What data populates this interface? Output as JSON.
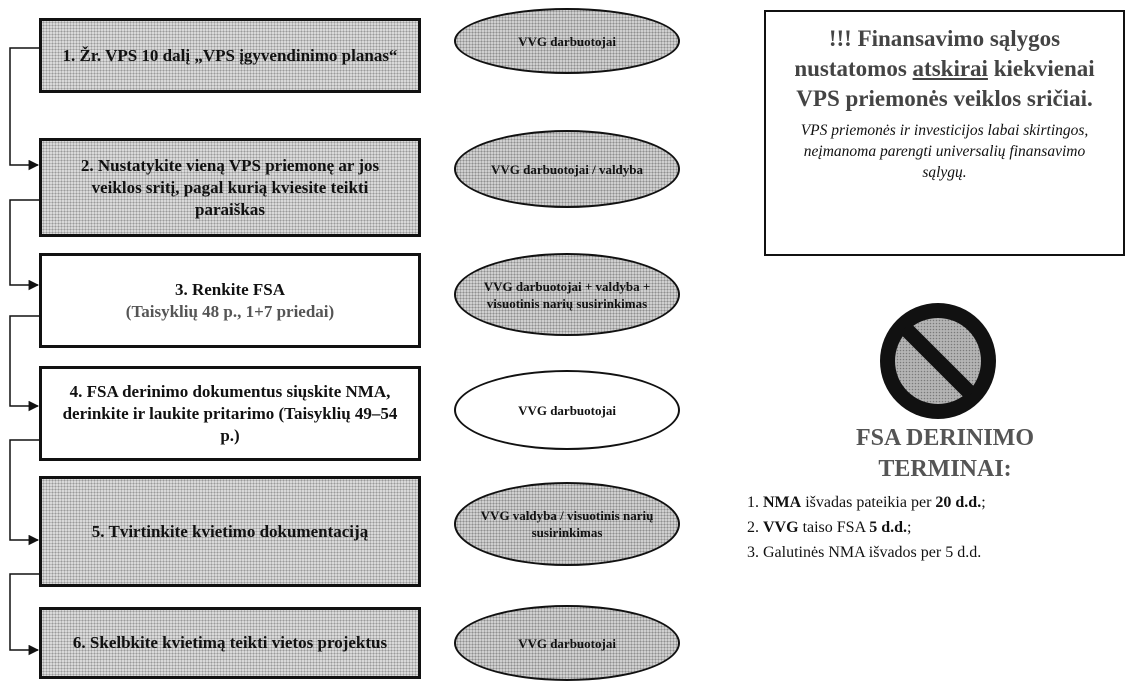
{
  "steps": [
    {
      "text": "1. Žr. VPS 10 dalį „VPS įgyvendinimo planas“",
      "shaded": true
    },
    {
      "text": "2. Nustatykite vieną VPS priemonę ar jos veiklos sritį, pagal kurią kviesite teikti paraiškas",
      "shaded": true
    },
    {
      "line1": "3. Renkite FSA",
      "line2": "(Taisyklių 48 p., 1+7 priedai)",
      "shaded": false
    },
    {
      "text": "4. FSA derinimo dokumentus siųskite NMA, derinkite ir laukite pritarimo (Taisyklių 49–54 p.)",
      "shaded": false
    },
    {
      "text": "5. Tvirtinkite kvietimo dokumentaciją",
      "shaded": true
    },
    {
      "text": "6. Skelbkite kvietimą teikti vietos projektus",
      "shaded": true
    }
  ],
  "actors": [
    {
      "text": "VVG darbuotojai",
      "shaded": true
    },
    {
      "text": "VVG darbuotojai / valdyba",
      "shaded": true
    },
    {
      "text": "VVG darbuotojai + valdyba + visuotinis narių susirinkimas",
      "shaded": true
    },
    {
      "text": "VVG darbuotojai",
      "shaded": false
    },
    {
      "text": "VVG valdyba / visuotinis narių susirinkimas",
      "shaded": true
    },
    {
      "text": "VVG darbuotojai",
      "shaded": true
    }
  ],
  "note": {
    "title_before": "!!! Finansavimo sąlygos nustatomos ",
    "title_underlined": "atskirai",
    "title_after": " kiekvienai VPS priemonės veiklos sričiai.",
    "italic": "VPS priemonės ir investicijos labai skirtingos, neįmanoma parengti universalių finansavimo sąlygų."
  },
  "icons": {
    "prohibition": "no-entry-sign-icon"
  },
  "deadlines": {
    "title": "FSA DERINIMO TERMINAI:",
    "items": [
      {
        "prefix": "1. ",
        "bold1": "NMA",
        "mid": " išvadas pateikia per ",
        "bold2": "20 d.d.",
        "suffix": ";"
      },
      {
        "prefix": "2. ",
        "bold1": "VVG",
        "mid": " taiso FSA ",
        "bold2": "5 d.d.",
        "suffix": ";"
      },
      {
        "prefix": "3. ",
        "bold1": "",
        "mid": "Galutinės NMA išvados per 5 d.d.",
        "bold2": "",
        "suffix": ""
      }
    ]
  },
  "colors": {
    "border": "#111111",
    "shade": "#d9d9d9",
    "heading_gray": "#555555"
  }
}
